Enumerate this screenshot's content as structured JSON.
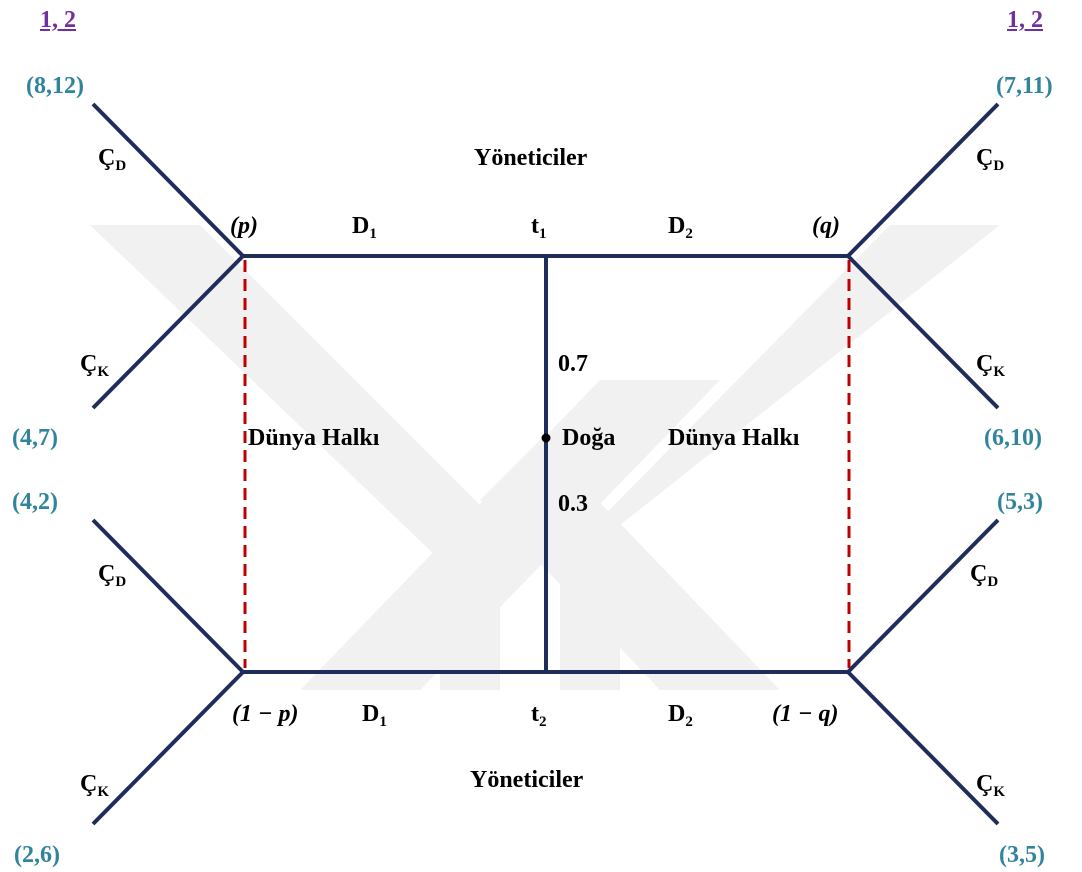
{
  "players_header": {
    "left": "1, 2",
    "right": "1, 2"
  },
  "payoffs": {
    "top_left_upper": "(8,12)",
    "top_left_lower": "(4,7)",
    "bottom_left_upper": "(4,2)",
    "bottom_left_lower": "(2,6)",
    "top_right_upper": "(7,11)",
    "top_right_lower": "(6,10)",
    "bottom_right_upper": "(5,3)",
    "bottom_right_lower": "(3,5)"
  },
  "actions": {
    "cd": {
      "main": "Ç",
      "sub": "D"
    },
    "ck": {
      "main": "Ç",
      "sub": "K"
    },
    "d1": {
      "main": "D",
      "sub": "1"
    },
    "d2": {
      "main": "D",
      "sub": "2"
    }
  },
  "players": {
    "top": "Yöneticiler",
    "bottom": "Yöneticiler",
    "info_set_left": "Dünya Halkı",
    "info_set_right": "Dünya Halkı",
    "nature": "Doğa"
  },
  "beliefs": {
    "p": "(p)",
    "q": "(q)",
    "one_minus_p": "(1 − p)",
    "one_minus_q": "(1 − q)"
  },
  "types": {
    "t1": {
      "main": "t",
      "sub": "1"
    },
    "t2": {
      "main": "t",
      "sub": "2"
    }
  },
  "probabilities": {
    "upper": "0.7",
    "lower": "0.3"
  },
  "colors": {
    "edge": "#1f2d5c",
    "info_set": "#c00000",
    "payoff_text": "#31849b",
    "player_header": "#7030a0",
    "watermark": "#f1f1f1"
  }
}
